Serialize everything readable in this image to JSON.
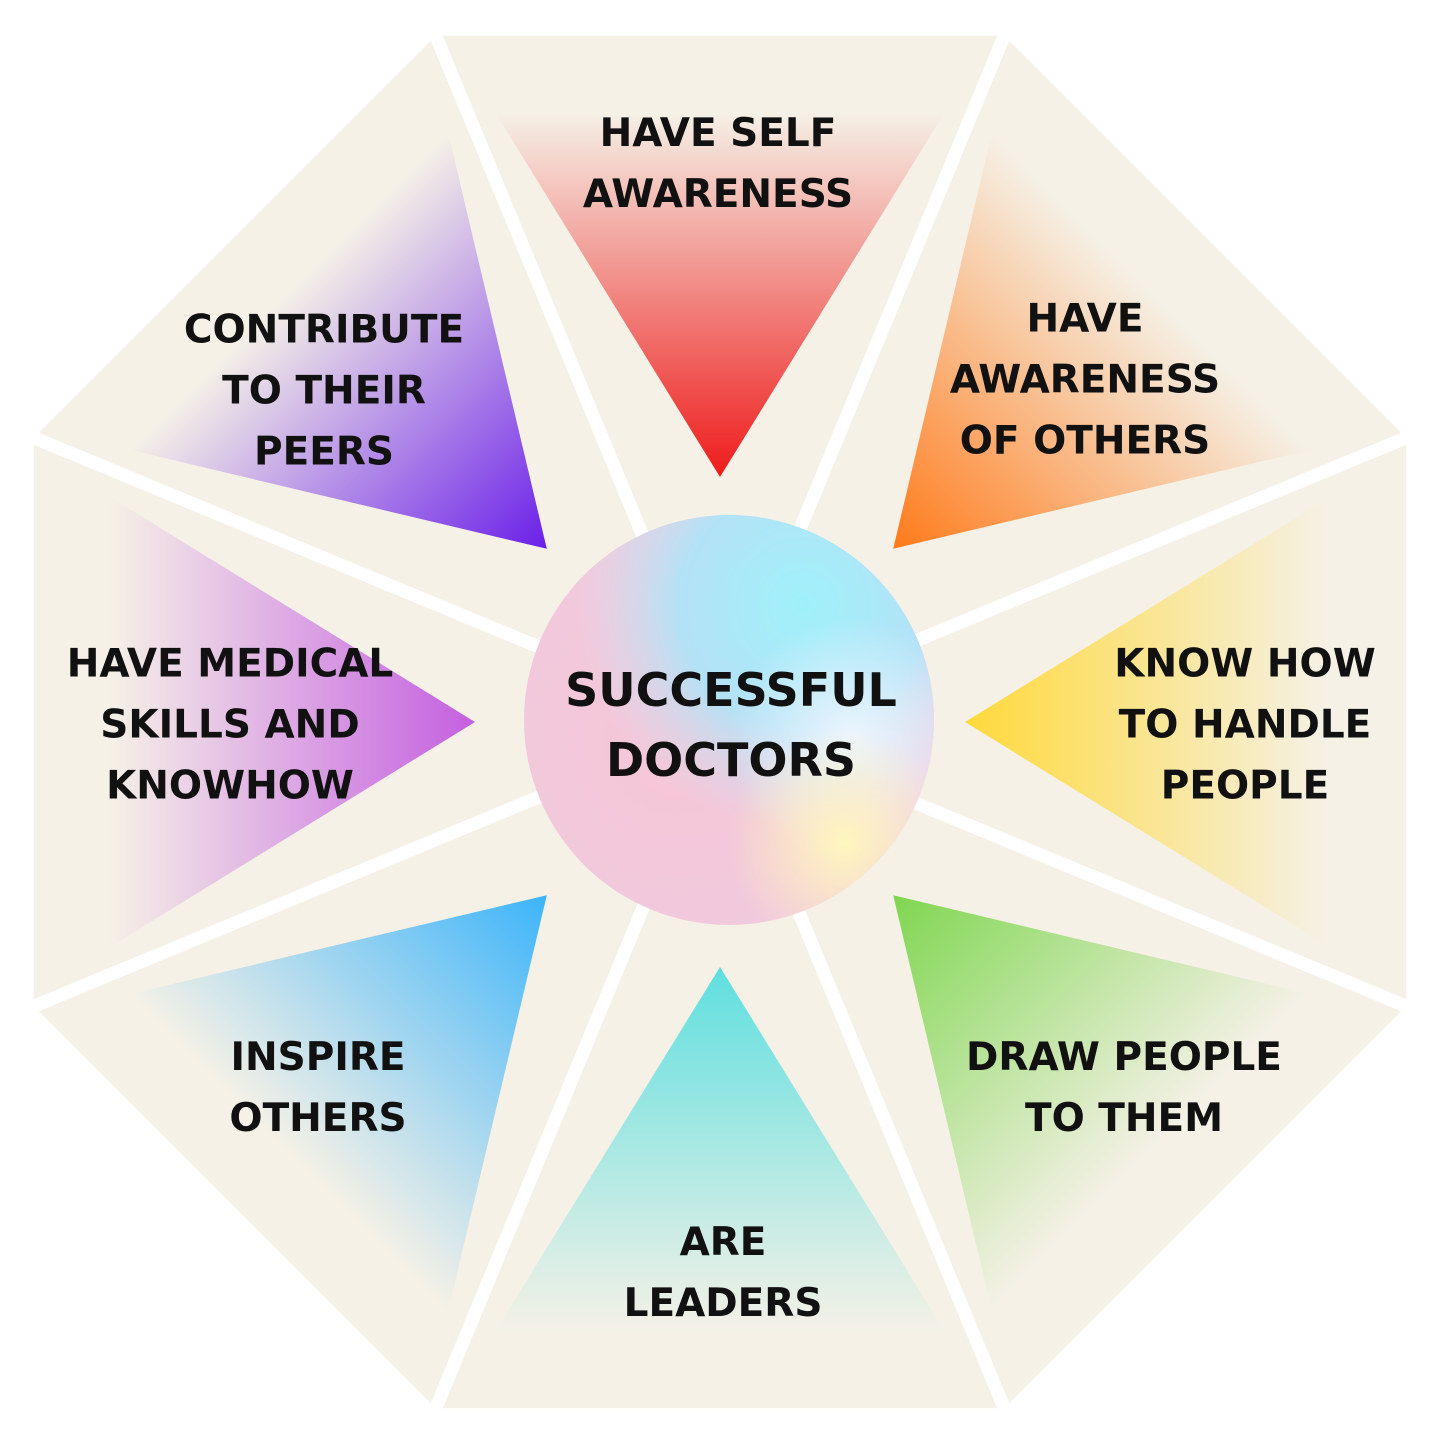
{
  "center": {
    "lines": [
      "SUCCESSFUL",
      "DOCTORS"
    ]
  },
  "segments": [
    {
      "id": "self-awareness",
      "lines": [
        "HAVE SELF",
        "AWARENESS"
      ],
      "color": "#EE1C1C"
    },
    {
      "id": "awareness-of-others",
      "lines": [
        "HAVE",
        "AWARENESS",
        "OF OTHERS"
      ],
      "color": "#FF7A1A"
    },
    {
      "id": "handle-people",
      "lines": [
        "KNOW HOW",
        "TO HANDLE",
        "PEOPLE"
      ],
      "color": "#FFD93B"
    },
    {
      "id": "draw-people",
      "lines": [
        "DRAW PEOPLE",
        "TO THEM"
      ],
      "color": "#7FD650"
    },
    {
      "id": "leaders",
      "lines": [
        "ARE",
        "LEADERS"
      ],
      "color": "#5EDFDF"
    },
    {
      "id": "inspire-others",
      "lines": [
        "INSPIRE",
        "OTHERS"
      ],
      "color": "#3CB4FA"
    },
    {
      "id": "medical-skills",
      "lines": [
        "HAVE MEDICAL",
        "SKILLS AND",
        "KNOWHOW"
      ],
      "color": "#C45FE0"
    },
    {
      "id": "contribute-peers",
      "lines": [
        "CONTRIBUTE",
        "TO THEIR",
        "PEERS"
      ],
      "color": "#6A1FE8"
    }
  ],
  "colors": {
    "panel": "#F5F1E7",
    "separator": "#FFFFFF",
    "text": "#111111",
    "center_pink": "#F6C6D6",
    "center_cyan": "#9FF1FB",
    "center_yellow": "#FFF6BE"
  }
}
